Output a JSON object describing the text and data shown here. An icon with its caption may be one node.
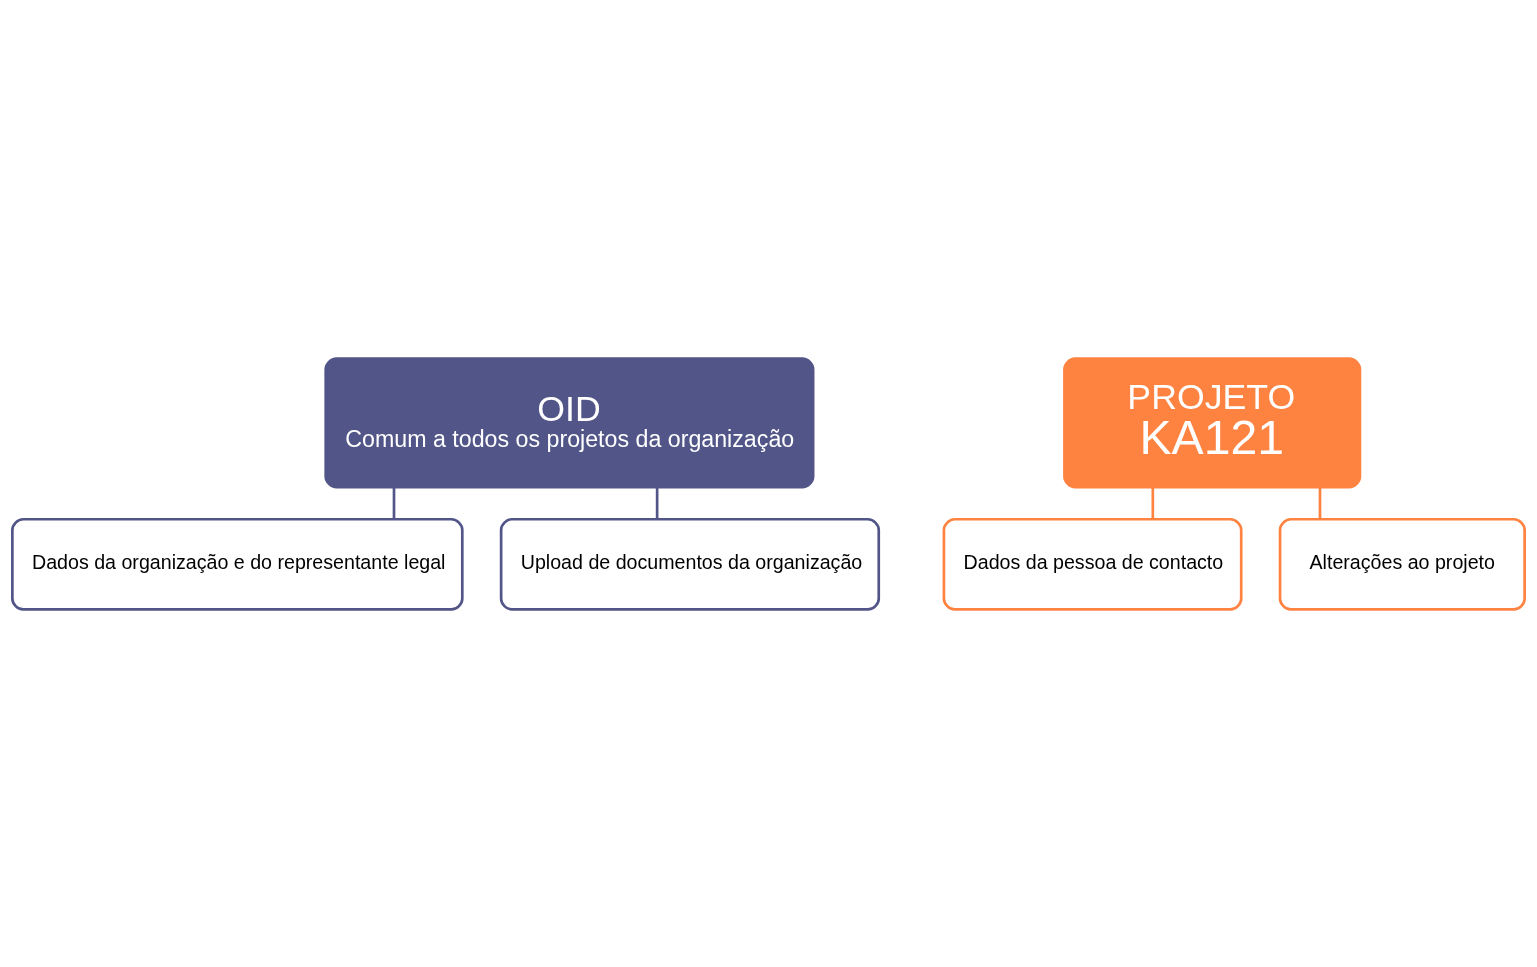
{
  "diagram": {
    "nodes": [
      {
        "text": [
          "OID",
          "Comum a todos os projetos da organização"
        ]
      },
      {
        "text": [
          "Dados da organização e do representante legal"
        ]
      },
      {
        "text": [
          "Upload de documentos da organização"
        ]
      },
      {
        "text": [
          "PROJETO",
          "KA121"
        ]
      },
      {
        "text": [
          "Dados da pessoa de contacto"
        ]
      },
      {
        "text": [
          "Alterações ao projeto"
        ]
      }
    ],
    "edges": [
      {
        "from": 0,
        "to": 1,
        "arrow": "none",
        "color": "#525588"
      },
      {
        "from": 0,
        "to": 2,
        "arrow": "none",
        "color": "#525588"
      },
      {
        "from": 3,
        "to": 4,
        "arrow": "none",
        "color": "#fe8240"
      },
      {
        "from": 3,
        "to": 5,
        "arrow": "none",
        "color": "#fe8240"
      }
    ]
  }
}
